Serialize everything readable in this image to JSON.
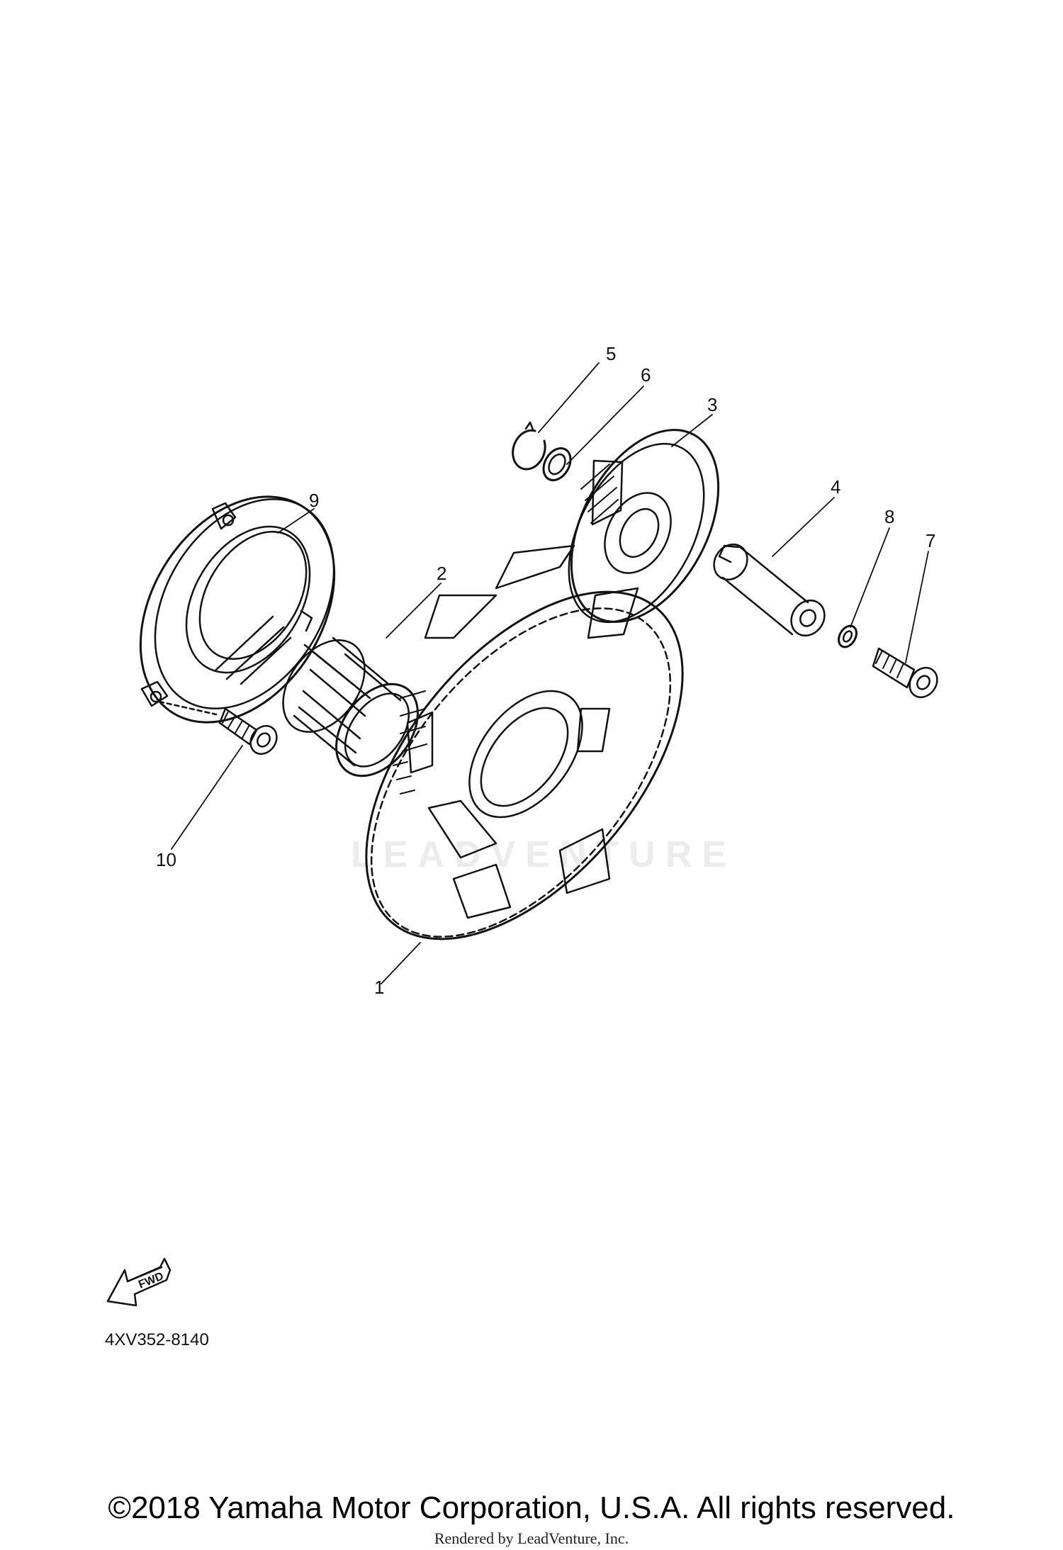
{
  "diagram": {
    "callouts": [
      "1",
      "2",
      "3",
      "4",
      "5",
      "6",
      "7",
      "8",
      "9",
      "10"
    ],
    "diagram_code": "4XV352-8140",
    "fwd_label": "FWD",
    "watermark": "LEADVENTURE",
    "copyright": "©2018 Yamaha Motor Corporation, U.S.A. All rights reserved.",
    "rendered_by": "Rendered by LeadVenture, Inc."
  },
  "colors": {
    "line": "#111111",
    "background": "#ffffff",
    "watermark": "#ececec"
  }
}
